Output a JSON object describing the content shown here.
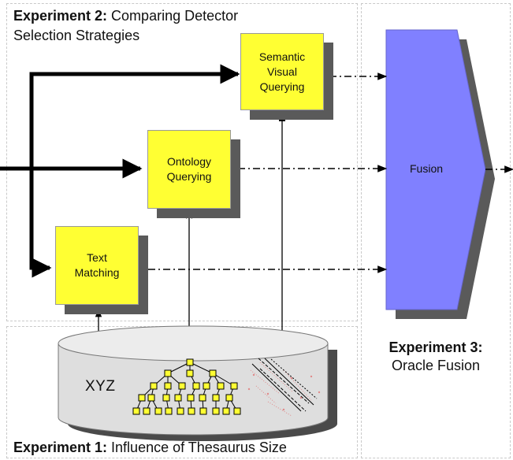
{
  "experiment2": {
    "bold": "Experiment 2:",
    "rest": " Comparing Detector",
    "line2": "Selection Strategies"
  },
  "experiment1": {
    "bold": "Experiment 1:",
    "rest": " Influence of Thesaurus Size"
  },
  "experiment3": {
    "bold": "Experiment 3:",
    "line2": "Oracle Fusion"
  },
  "boxes": {
    "semantic": [
      "Semantic",
      "Visual",
      "Querying"
    ],
    "ontology": [
      "Ontology",
      "Querying"
    ],
    "text": [
      "Text",
      "Matching"
    ]
  },
  "fusion": "Fusion",
  "database": {
    "label": "XYZ"
  },
  "colors": {
    "box_fill": "#ffff33",
    "fusion_fill": "#8080ff",
    "shadow": "#5a5a5a",
    "panel_border": "#c9c9c9"
  }
}
